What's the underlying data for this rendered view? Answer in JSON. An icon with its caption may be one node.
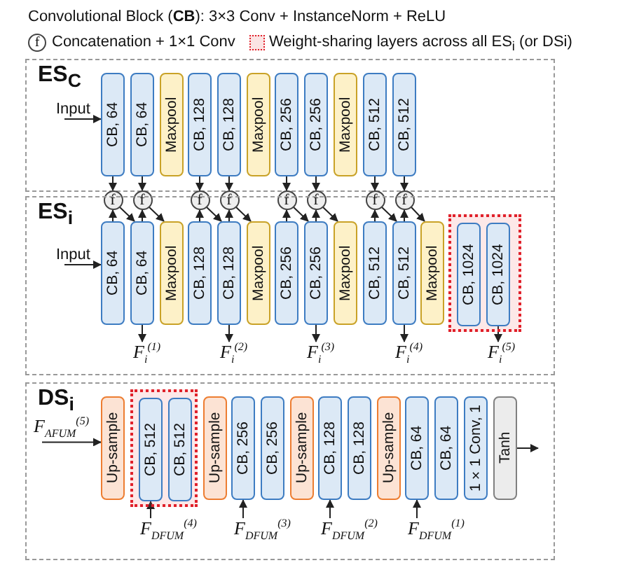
{
  "diagram": {
    "nodes": [
      {
        "text": [
          "ES$_{C}$"
        ]
      },
      {
        "text": [
          "CB, 64"
        ],
        "in": 0
      },
      {
        "text": [
          "CB, 64"
        ],
        "in": 0
      },
      {
        "text": [
          "Maxpool"
        ],
        "in": 0
      },
      {
        "text": [
          "CB, 128"
        ],
        "in": 0
      },
      {
        "text": [
          "CB, 128"
        ],
        "in": 0
      },
      {
        "text": [
          "Maxpool"
        ],
        "in": 0
      },
      {
        "text": [
          "CB, 256"
        ],
        "in": 0
      },
      {
        "text": [
          "CB, 256"
        ],
        "in": 0
      },
      {
        "text": [
          "Maxpool"
        ],
        "in": 0
      },
      {
        "text": [
          "CB, 512"
        ],
        "in": 0
      },
      {
        "text": [
          "CB, 512"
        ],
        "in": 0
      },
      {
        "text": [
          "Input"
        ],
        "in": 0
      },
      {
        "text": [
          "f"
        ]
      },
      {
        "text": [
          "f"
        ]
      },
      {
        "text": [
          "f"
        ]
      },
      {
        "text": [
          "f"
        ]
      },
      {
        "text": [
          "f"
        ]
      },
      {
        "text": [
          "f"
        ]
      },
      {
        "text": [
          "f"
        ]
      },
      {
        "text": [
          "f"
        ]
      },
      {
        "text": [
          "ES$_{i}$"
        ]
      },
      {
        "text": [
          "Input"
        ],
        "in": 21
      },
      {
        "text": [
          "CB, 64"
        ],
        "in": 21
      },
      {
        "text": [
          "CB, 64"
        ],
        "in": 21
      },
      {
        "text": [
          "Maxpool"
        ],
        "in": 21
      },
      {
        "text": [
          "CB, 128"
        ],
        "in": 21
      },
      {
        "text": [
          "CB, 128"
        ],
        "in": 21
      },
      {
        "text": [
          "Maxpool"
        ],
        "in": 21
      },
      {
        "text": [
          "CB, 256"
        ],
        "in": 21
      },
      {
        "text": [
          "CB, 256"
        ],
        "in": 21
      },
      {
        "text": [
          "Maxpool"
        ],
        "in": 21
      },
      {
        "text": [
          "CB, 512"
        ],
        "in": 21
      },
      {
        "text": [
          "CB, 512"
        ],
        "in": 21
      },
      {
        "text": [
          "Maxpool"
        ],
        "in": 21
      },
      {
        "text": [],
        "shape": "box",
        "in": 21
      },
      {
        "text": [
          "CB, 1024"
        ],
        "in": 35
      },
      {
        "text": [
          "CB, 1024"
        ],
        "in": 35
      },
      {
        "text": [
          "F$_{i}$$^{(1)}$"
        ],
        "in": 21
      },
      {
        "text": [
          "F$_{i}$$^{(2)}$"
        ],
        "in": 21
      },
      {
        "text": [
          "F$_{i}$$^{(3)}$"
        ],
        "in": 21
      },
      {
        "text": [
          "F$_{i}$$^{(4)}$"
        ],
        "in": 21
      },
      {
        "text": [
          "F$_{i}$$^{(5)}$"
        ],
        "in": 21
      },
      {
        "text": [
          "DS$_{i}$"
        ]
      },
      {
        "text": [
          "F$_{AFUM}$$^{(5)}$"
        ],
        "in": 43
      },
      {
        "text": [
          "Up-sample"
        ],
        "in": 43
      },
      {
        "text": [],
        "shape": "box",
        "in": 43
      },
      {
        "text": [
          "CB, 512"
        ],
        "in": 46
      },
      {
        "text": [
          "CB, 512"
        ],
        "in": 46
      },
      {
        "text": [
          "Up-sample"
        ],
        "in": 43
      },
      {
        "text": [
          "CB, 256"
        ],
        "in": 43
      },
      {
        "text": [
          "CB, 256"
        ],
        "in": 43
      },
      {
        "text": [
          "Up-sample"
        ],
        "in": 43
      },
      {
        "text": [
          "CB, 128"
        ],
        "in": 43
      },
      {
        "text": [
          "CB, 128"
        ],
        "in": 43
      },
      {
        "text": [
          "Up-sample"
        ],
        "in": 43
      },
      {
        "text": [
          "CB, 64"
        ],
        "in": 43
      },
      {
        "text": [
          "CB, 64"
        ],
        "in": 43
      },
      {
        "text": [
          "1×1 Conv, 1"
        ],
        "in": 43
      },
      {
        "text": [
          "Tanh"
        ],
        "in": 43
      },
      {
        "text": [
          "F$_{DFUM}$$^{(4)}$"
        ],
        "in": 43
      },
      {
        "text": [
          "F$_{DFUM}$$^{(3)}$"
        ],
        "in": 43
      },
      {
        "text": [
          "F$_{DFUM}$$^{(2)}$"
        ],
        "in": 43
      },
      {
        "text": [
          "F$_{DFUM}$$^{(1)}$"
        ],
        "in": 43
      }
    ],
    "edges": [
      {
        "from": 12,
        "to": 1,
        "arrow": "to"
      },
      {
        "from": 1,
        "to": 13,
        "arrow": "to"
      },
      {
        "from": 2,
        "to": 14,
        "arrow": "to"
      },
      {
        "from": 4,
        "to": 15,
        "arrow": "to"
      },
      {
        "from": 5,
        "to": 16,
        "arrow": "to"
      },
      {
        "from": 7,
        "to": 17,
        "arrow": "to"
      },
      {
        "from": 8,
        "to": 18,
        "arrow": "to"
      },
      {
        "from": 10,
        "to": 19,
        "arrow": "to"
      },
      {
        "from": 11,
        "to": 20,
        "arrow": "to"
      },
      {
        "from": 22,
        "to": 23,
        "arrow": "to"
      },
      {
        "from": 23,
        "to": 13,
        "arrow": "to"
      },
      {
        "from": 24,
        "to": 14,
        "arrow": "to"
      },
      {
        "from": 26,
        "to": 15,
        "arrow": "to"
      },
      {
        "from": 27,
        "to": 16,
        "arrow": "to"
      },
      {
        "from": 29,
        "to": 17,
        "arrow": "to"
      },
      {
        "from": 30,
        "to": 18,
        "arrow": "to"
      },
      {
        "from": 32,
        "to": 19,
        "arrow": "to"
      },
      {
        "from": 33,
        "to": 20,
        "arrow": "to"
      },
      {
        "from": 13,
        "to": 24,
        "arrow": "to"
      },
      {
        "from": 14,
        "to": 25,
        "arrow": "to"
      },
      {
        "from": 15,
        "to": 27,
        "arrow": "to"
      },
      {
        "from": 16,
        "to": 28,
        "arrow": "to"
      },
      {
        "from": 17,
        "to": 30,
        "arrow": "to"
      },
      {
        "from": 18,
        "to": 31,
        "arrow": "to"
      },
      {
        "from": 19,
        "to": 33,
        "arrow": "to"
      },
      {
        "from": 20,
        "to": 34,
        "arrow": "to"
      },
      {
        "from": 24,
        "to": 38,
        "arrow": "to"
      },
      {
        "from": 27,
        "to": 39,
        "arrow": "to"
      },
      {
        "from": 30,
        "to": 40,
        "arrow": "to"
      },
      {
        "from": 33,
        "to": 41,
        "arrow": "to"
      },
      {
        "from": 37,
        "to": 42,
        "arrow": "to"
      },
      {
        "from": 44,
        "to": 45,
        "arrow": "to"
      },
      {
        "from": 60,
        "to": 47,
        "arrow": "to"
      },
      {
        "from": 61,
        "to": 50,
        "arrow": "to"
      },
      {
        "from": 62,
        "to": 53,
        "arrow": "to"
      },
      {
        "from": 63,
        "to": 56,
        "arrow": "to"
      },
      {
        "from": 59,
        "to": null,
        "arrow": "to"
      }
    ],
    "labels": [
      "Convolutional Block (**CB**): 3×3 Conv + InstanceNorm + ReLU",
      "f"
    ],
    "legend": [
      {
        "text": "Concatenation + 1×1 Conv"
      },
      {
        "text": "Weight-sharing layers across all ES$_{i}$ (or DSi)"
      }
    ]
  }
}
